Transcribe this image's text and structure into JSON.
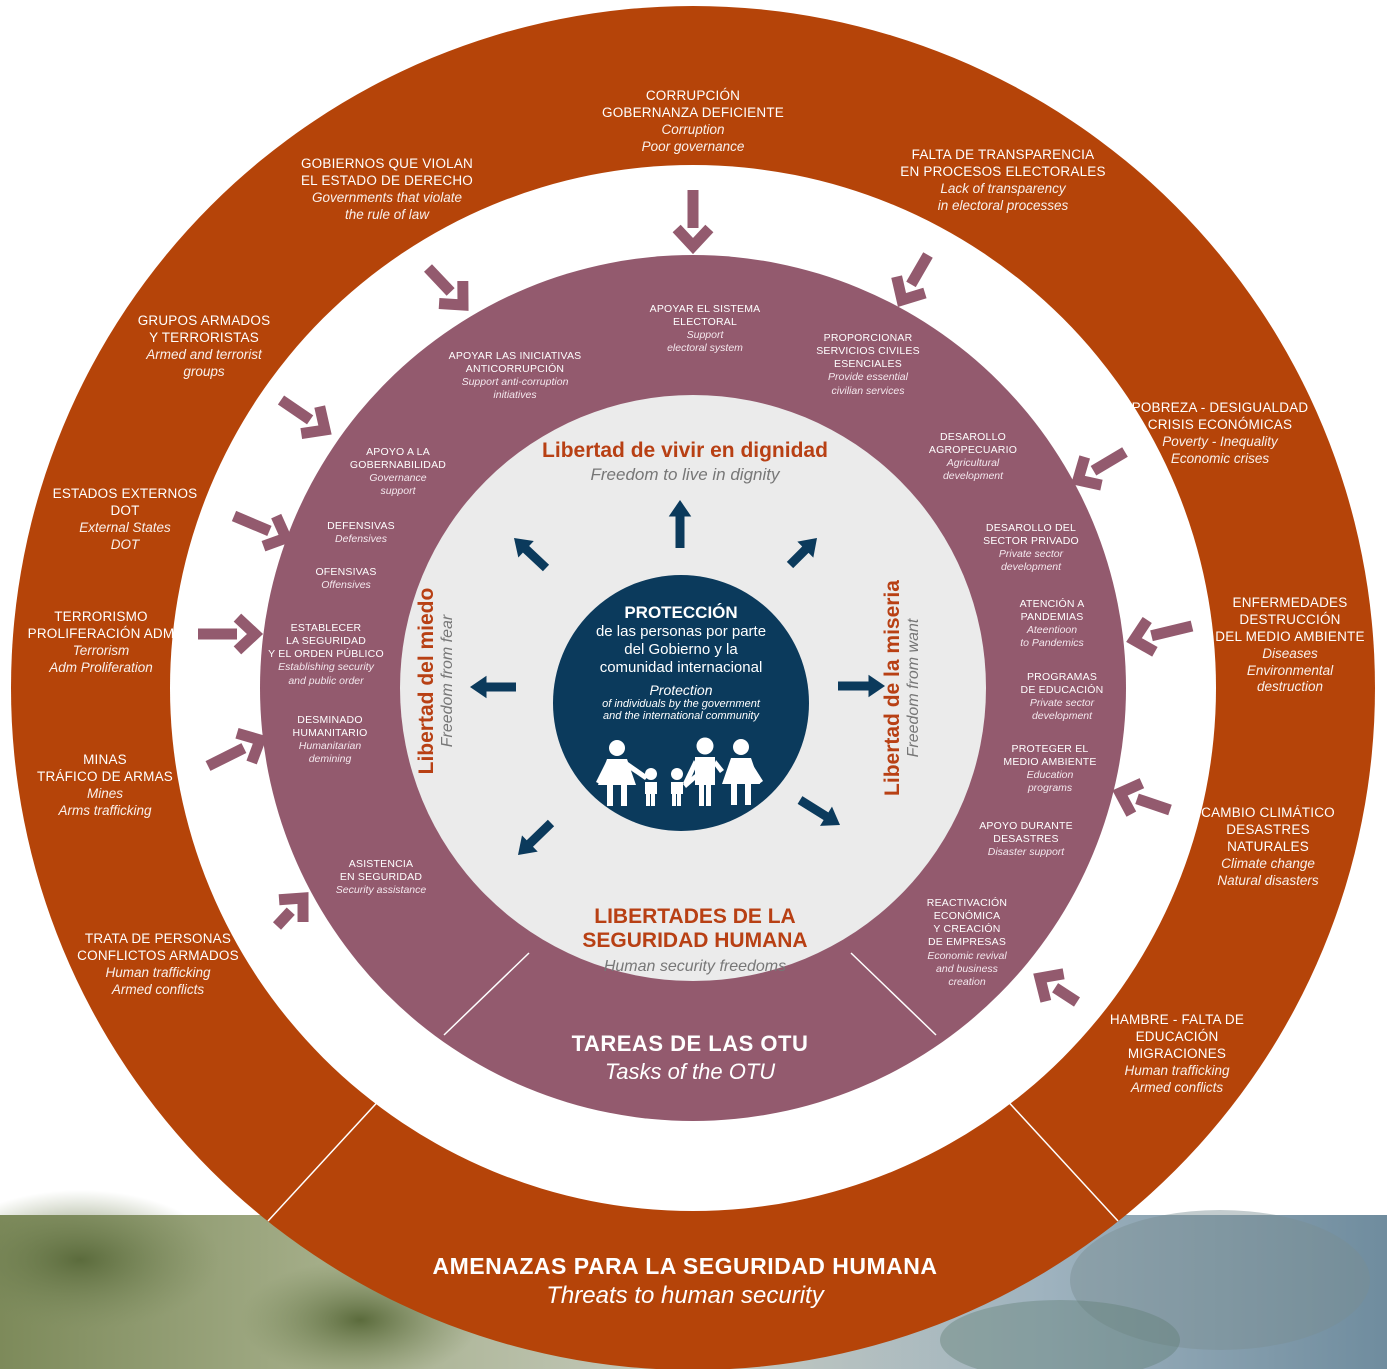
{
  "colors": {
    "outer_ring": "#b54409",
    "middle_ring": "#935a6e",
    "inner_bg": "#ebebeb",
    "center": "#0b3a5c",
    "threat_arrow": "#935a6e",
    "center_arrow": "#0b3a5c",
    "accent_text": "#b84014"
  },
  "center": {
    "title": "PROTECCIÓN",
    "line1": "de las personas por parte",
    "line2": "del Gobierno y la",
    "line3": "comunidad internacional",
    "en_title": "Protection",
    "en_line1": "of individuals by the government",
    "en_line2": "and the international community",
    "icon": "family-icon"
  },
  "freedoms": {
    "dignity": {
      "es": "Libertad de vivir en dignidad",
      "en": "Freedom to live in dignity"
    },
    "fear": {
      "es": "Libertad del miedo",
      "en": "Freedom from fear"
    },
    "want": {
      "es": "Libertad de la miseria",
      "en": "Freedom from want"
    },
    "human_security": {
      "es1": "LIBERTADES DE LA",
      "es2": "SEGURIDAD HUMANA",
      "en": "Human security freedoms"
    }
  },
  "tasks_title": {
    "es": "TAREAS DE LAS OTU",
    "en": "Tasks of the OTU"
  },
  "threats_title": {
    "es": "AMENAZAS PARA LA SEGURIDAD HUMANA",
    "en": "Threats to human security"
  },
  "tasks": [
    {
      "es": [
        "APOYAR EL SISTEMA",
        "ELECTORAL"
      ],
      "en": [
        "Support",
        "electoral system"
      ]
    },
    {
      "es": [
        "PROPORCIONAR",
        "SERVICIOS CIVILES",
        "ESENCIALES"
      ],
      "en": [
        "Provide essential",
        "civilian services"
      ]
    },
    {
      "es": [
        "DESAROLLO",
        "AGROPECUARIO"
      ],
      "en": [
        "Agricultural",
        "development"
      ]
    },
    {
      "es": [
        "DESAROLLO DEL",
        "SECTOR PRIVADO"
      ],
      "en": [
        "Private sector",
        "development"
      ]
    },
    {
      "es": [
        "ATENCIÓN A",
        "PANDEMIAS"
      ],
      "en": [
        "Ateentioon",
        "to Pandemics"
      ]
    },
    {
      "es": [
        "PROGRAMAS",
        "DE EDUCACIÓN"
      ],
      "en": [
        "Private sector",
        "development"
      ]
    },
    {
      "es": [
        "PROTEGER EL",
        "MEDIO AMBIENTE"
      ],
      "en": [
        "Education",
        "programs"
      ]
    },
    {
      "es": [
        "APOYO DURANTE",
        "DESASTRES"
      ],
      "en": [
        "Disaster support"
      ]
    },
    {
      "es": [
        "REACTIVACIÓN",
        "ECONÓMICA",
        "Y CREACIÓN",
        "DE EMPRESAS"
      ],
      "en": [
        "Economic revival",
        "and business",
        "creation"
      ]
    },
    {
      "es": [
        "ASISTENCIA",
        "EN SEGURIDAD"
      ],
      "en": [
        "Security assistance"
      ]
    },
    {
      "es": [
        "DESMINADO",
        "HUMANITARIO"
      ],
      "en": [
        "Humanitarian",
        "demining"
      ]
    },
    {
      "es": [
        "ESTABLECER",
        "LA SEGURIDAD",
        "Y EL ORDEN PÚBLICO"
      ],
      "en": [
        "Establishing security",
        "and public order"
      ]
    },
    {
      "es": [
        "OFENSIVAS"
      ],
      "en": [
        "Offensives"
      ]
    },
    {
      "es": [
        "DEFENSIVAS"
      ],
      "en": [
        "Defensives"
      ]
    },
    {
      "es": [
        "APOYO A LA",
        "GOBERNABILIDAD"
      ],
      "en": [
        "Governance",
        "support"
      ]
    },
    {
      "es": [
        "APOYAR LAS INICIATIVAS",
        "ANTICORRUPCIÓN"
      ],
      "en": [
        "Support anti-corruption",
        "initiatives"
      ]
    }
  ],
  "threats": [
    {
      "es": [
        "CORRUPCIÓN",
        "GOBERNANZA DEFICIENTE"
      ],
      "en": [
        "Corruption",
        "Poor governance"
      ]
    },
    {
      "es": [
        "FALTA DE TRANSPARENCIA",
        "EN PROCESOS ELECTORALES"
      ],
      "en": [
        "Lack of transparency",
        "in electoral processes"
      ]
    },
    {
      "es": [
        "POBREZA - DESIGUALDAD",
        "CRISIS ECONÓMICAS"
      ],
      "en": [
        "Poverty - Inequality",
        "Economic crises"
      ]
    },
    {
      "es": [
        "ENFERMEDADES",
        "DESTRUCCIÓN",
        "DEL MEDIO AMBIENTE"
      ],
      "en": [
        "Diseases",
        "Environmental",
        "destruction"
      ]
    },
    {
      "es": [
        "CAMBIO CLIMÁTICO",
        "DESASTRES",
        "NATURALES"
      ],
      "en": [
        "Climate change",
        "Natural disasters"
      ]
    },
    {
      "es": [
        "HAMBRE - FALTA DE",
        "EDUCACIÓN",
        "MIGRACIONES"
      ],
      "en": [
        "Human trafficking",
        "Armed conflicts"
      ]
    },
    {
      "es": [
        "TRATA DE PERSONAS",
        "CONFLICTOS ARMADOS"
      ],
      "en": [
        "Human trafficking",
        "Armed conflicts"
      ]
    },
    {
      "es": [
        "MINAS",
        "TRÁFICO DE ARMAS"
      ],
      "en": [
        "Mines",
        "Arms trafficking"
      ]
    },
    {
      "es": [
        "TERRORISMO",
        "PROLIFERACIÓN ADM"
      ],
      "en": [
        "Terrorism",
        "Adm Proliferation"
      ]
    },
    {
      "es": [
        "ESTADOS EXTERNOS",
        "DOT"
      ],
      "en": [
        "External States",
        "DOT"
      ]
    },
    {
      "es": [
        "GRUPOS ARMADOS",
        "Y TERRORISTAS"
      ],
      "en": [
        "Armed and terrorist",
        "groups"
      ]
    },
    {
      "es": [
        "GOBIERNOS QUE VIOLAN",
        "EL ESTADO DE DERECHO"
      ],
      "en": [
        "Governments that violate",
        "the rule of law"
      ]
    }
  ]
}
